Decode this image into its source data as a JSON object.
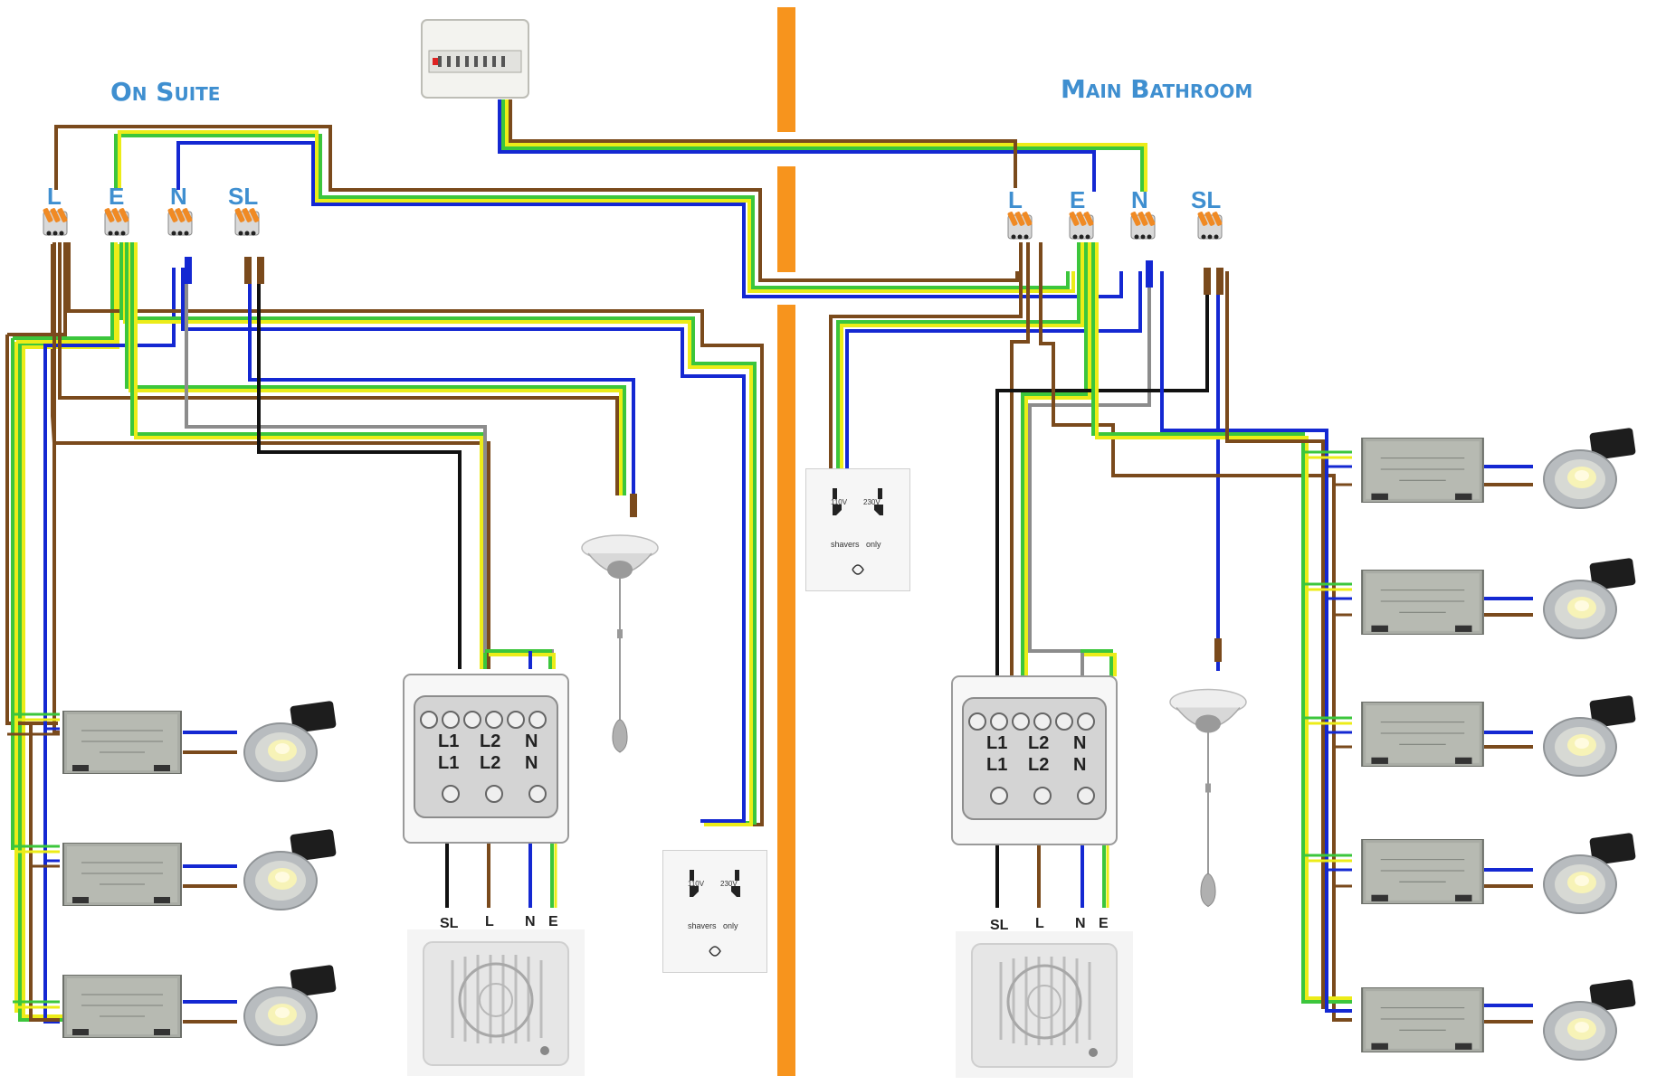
{
  "sections": {
    "left_title": "On Suite",
    "right_title": "Main Bathroom"
  },
  "terminals": {
    "left": [
      "L",
      "E",
      "N",
      "SL"
    ],
    "right": [
      "L",
      "E",
      "N",
      "SL"
    ]
  },
  "switch_labels": {
    "top": [
      "L1",
      "L2",
      "N"
    ],
    "middle": [
      "L1",
      "L2",
      "N"
    ]
  },
  "fan_labels": [
    "SL",
    "L",
    "N",
    "E"
  ],
  "shaver_socket": {
    "v1": "110V",
    "v2": "230V",
    "label": "shavers   only"
  },
  "colors": {
    "live": "#7a4a1c",
    "earth_green": "#3cc63c",
    "earth_yellow": "#ecec18",
    "neutral": "#1428d2",
    "grey": "#8c8c8c",
    "switched": "#111111",
    "divider": "#f7941d",
    "title": "#3f8fd0"
  },
  "icons": {
    "consumer_unit": "consumer-unit-icon",
    "wago": "wago-connector-icon",
    "downlight": "downlight-icon",
    "driver": "led-driver-icon",
    "pull_switch": "pull-cord-switch-icon",
    "fan": "extractor-fan-icon",
    "shaver": "shaver-socket-icon"
  }
}
